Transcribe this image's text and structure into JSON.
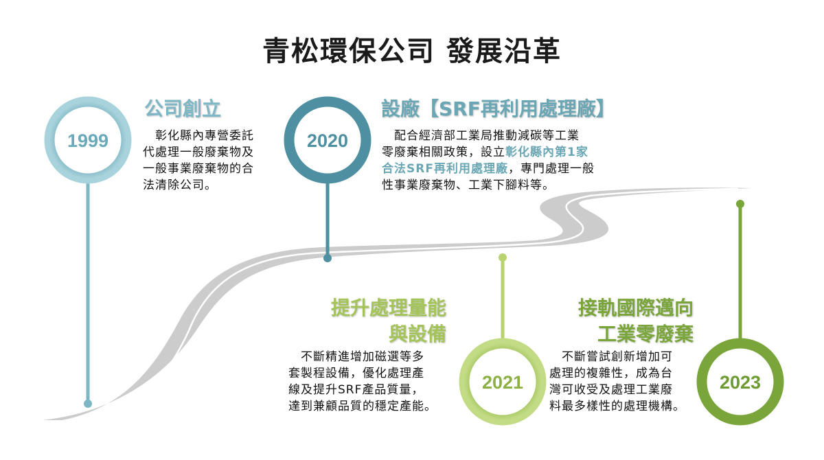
{
  "title": "青松環保公司 發展沿革",
  "colors": {
    "blue_light": "#7db7c6",
    "blue_dark": "#4e8fa2",
    "green_light": "#a4c45a",
    "green_dark": "#7aa53a",
    "road": "#cccccc"
  },
  "milestones": [
    {
      "year": "1999",
      "heading": [
        "公司創立"
      ],
      "desc": [
        "　彰化縣內專營委託",
        "代處理一般廢棄物及",
        "一般事業廢棄物的合",
        "法清除公司。"
      ]
    },
    {
      "year": "2020",
      "heading": [
        "設廠【SRF再利用處理廠】"
      ],
      "desc_line1": "　配合經濟部工業局推動減碳等工業",
      "desc_line2a": "零廢棄相關政策，設立",
      "desc_line2b": "彰化縣內第1家",
      "desc_line3a": "合法SRF再利用處理廠",
      "desc_line3b": "，專門處理一般",
      "desc_line4": "性事業廢棄物、工業下腳料等。"
    },
    {
      "year": "2021",
      "heading": [
        "提升處理量能",
        "與設備"
      ],
      "desc": [
        "　不斷精進增加磁選等多",
        "套製程設備，優化處理產",
        "線及提升SRF產品質量，",
        "達到兼顧品質的穩定產能。"
      ]
    },
    {
      "year": "2023",
      "heading": [
        "接軌國際邁向",
        "工業零廢棄"
      ],
      "desc": [
        "　不斷嘗試創新增加可",
        "處理的複雜性，成為台",
        "灣可收受及處理工業廢",
        "料最多樣性的處理機構。"
      ]
    }
  ]
}
